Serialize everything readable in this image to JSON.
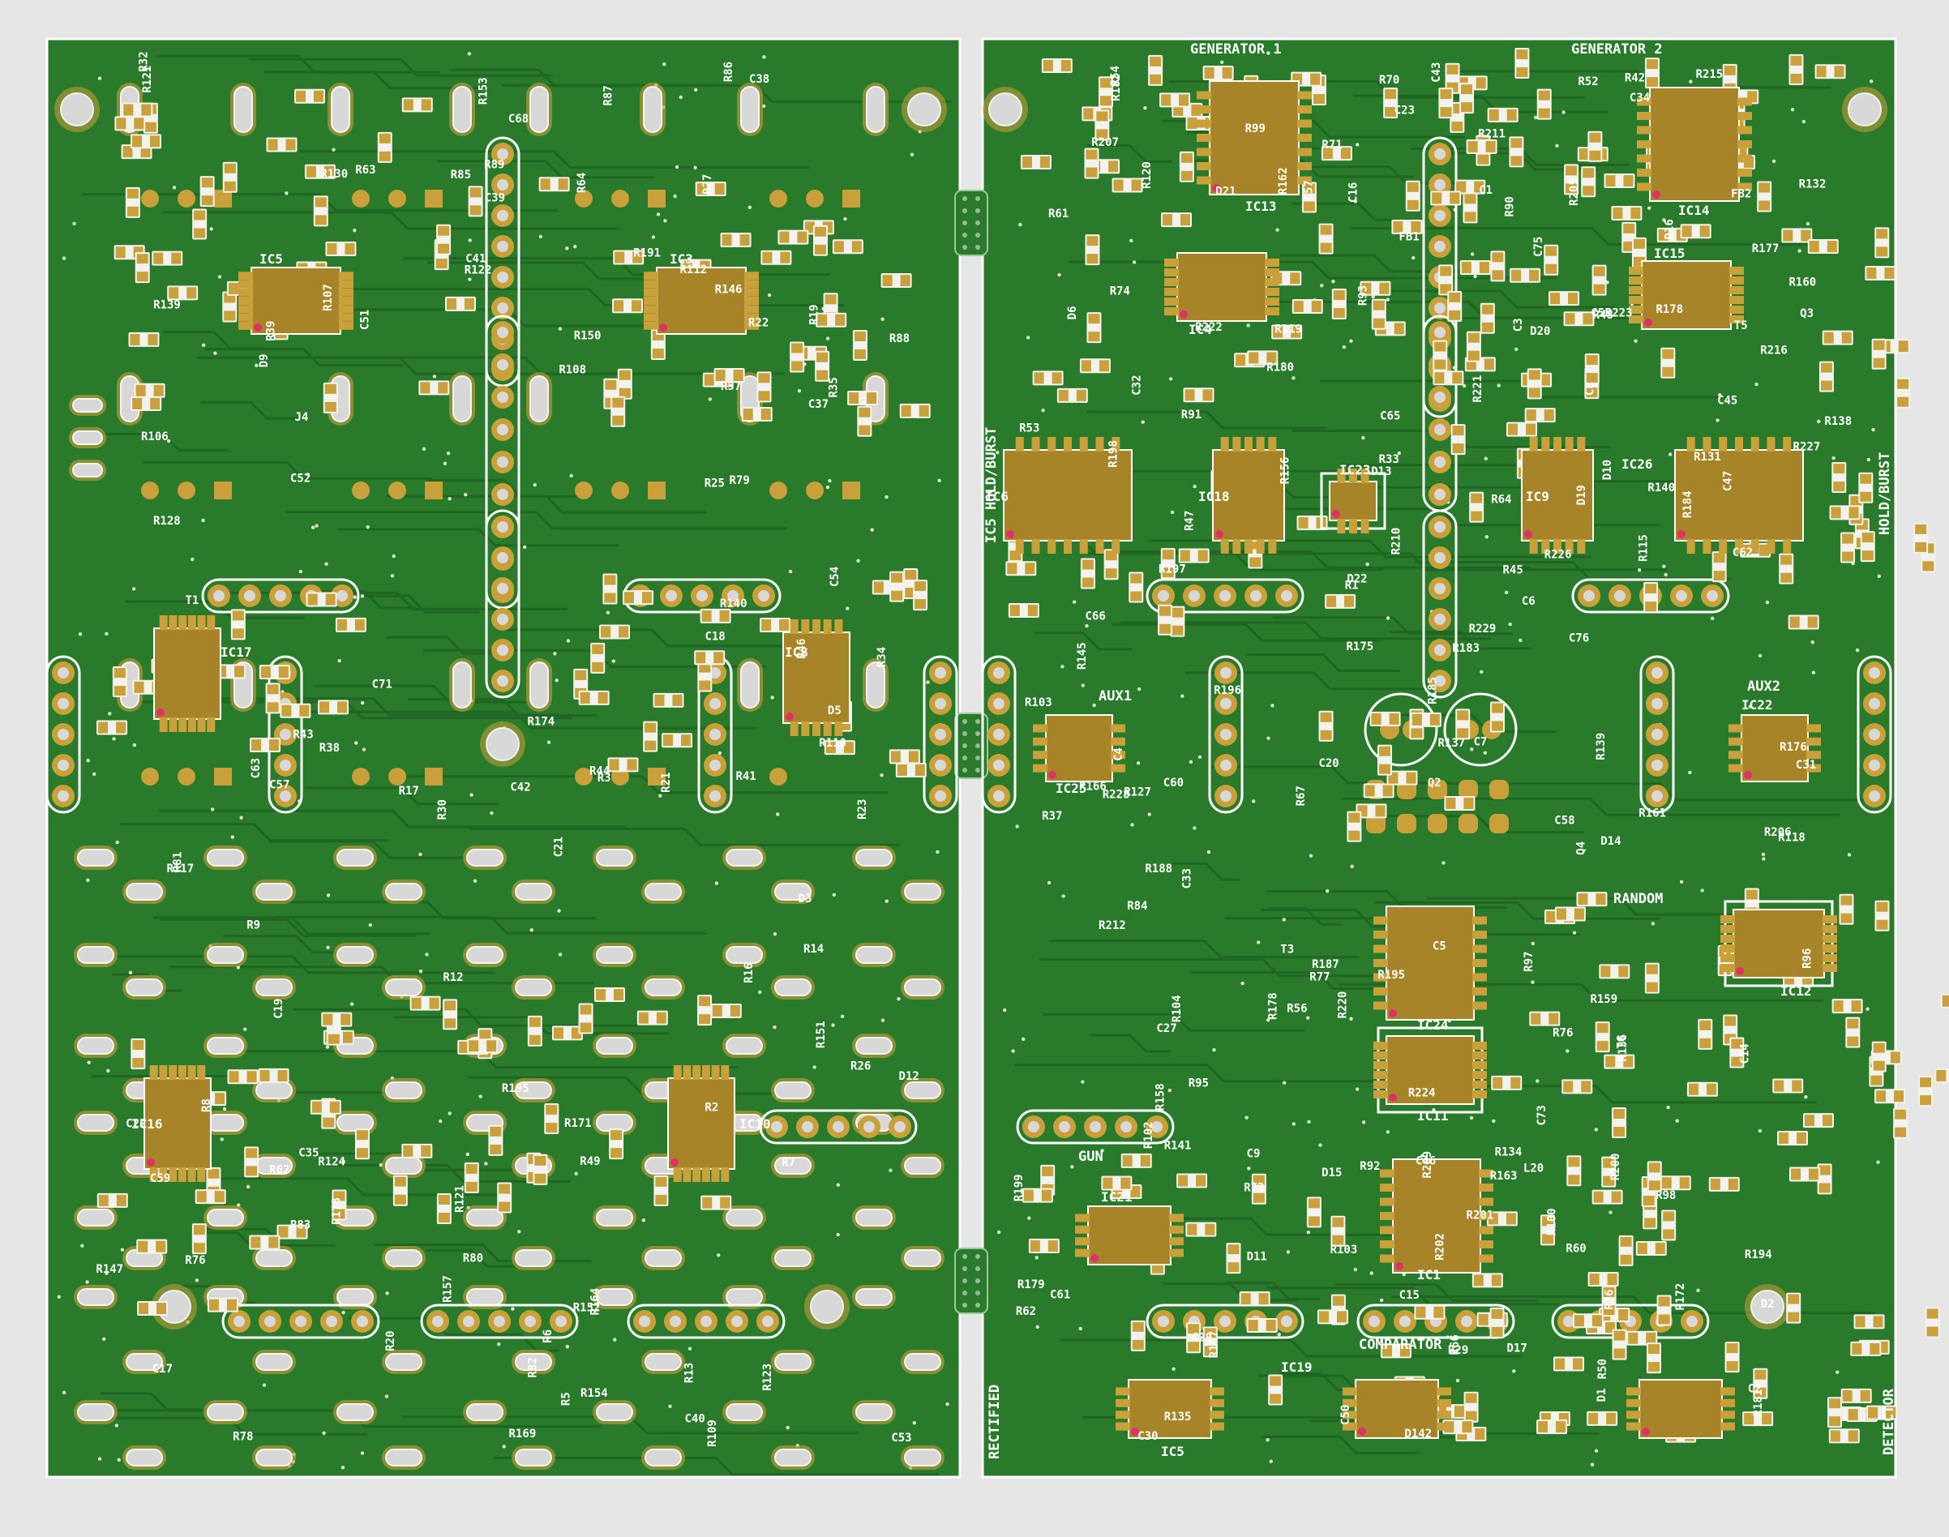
{
  "colors": {
    "background": "#e6e6e6",
    "board": "#2a7a2c",
    "trace": "#1f6622",
    "pad": "#c9a03a",
    "ic_body": "#a88428",
    "silkscreen": "#ffffff",
    "hole": "#d8d8d8",
    "pin1_marker": "#e0306a"
  },
  "boards": {
    "left": {
      "name": "left-board"
    },
    "right": {
      "name": "right-board"
    }
  },
  "section_labels": [
    {
      "id": "generator-1",
      "text": "GENERATOR 1"
    },
    {
      "id": "generator-2",
      "text": "GENERATOR 2"
    },
    {
      "id": "aux1",
      "text": "AUX1"
    },
    {
      "id": "aux2",
      "text": "AUX2"
    },
    {
      "id": "random",
      "text": "RANDOM"
    },
    {
      "id": "gun",
      "text": "GUN"
    },
    {
      "id": "comparator",
      "text": "COMPARATOR"
    },
    {
      "id": "ic5-hold-burst",
      "text": "IC5 HOLD/BURST"
    },
    {
      "id": "hold-burst",
      "text": "HOLD/BURST"
    },
    {
      "id": "rectified",
      "text": "RECTIFIED"
    },
    {
      "id": "detector",
      "text": "DETECTOR"
    }
  ],
  "ics": [
    {
      "ref": "IC5",
      "label": "IC5"
    },
    {
      "ref": "IC3",
      "label": "IC3"
    },
    {
      "ref": "IC17",
      "label": "IC17"
    },
    {
      "ref": "IC8",
      "label": "IC8"
    },
    {
      "ref": "IC16",
      "label": "IC16"
    },
    {
      "ref": "IC10",
      "label": "IC10"
    },
    {
      "ref": "IC13",
      "label": "IC13"
    },
    {
      "ref": "IC14",
      "label": "IC14"
    },
    {
      "ref": "IC4",
      "label": "IC4"
    },
    {
      "ref": "IC15",
      "label": "IC15"
    },
    {
      "ref": "IC6",
      "label": "IC6"
    },
    {
      "ref": "IC18",
      "label": "IC18"
    },
    {
      "ref": "IC9",
      "label": "IC9"
    },
    {
      "ref": "IC26",
      "label": "IC26"
    },
    {
      "ref": "IC25",
      "label": "IC25"
    },
    {
      "ref": "IC22",
      "label": "IC22"
    },
    {
      "ref": "IC23",
      "label": "IC23"
    },
    {
      "ref": "IC24",
      "label": "IC24"
    },
    {
      "ref": "IC11",
      "label": "IC11"
    },
    {
      "ref": "IC12",
      "label": "IC12"
    },
    {
      "ref": "IC1",
      "label": "IC1"
    },
    {
      "ref": "IC21",
      "label": "IC21"
    },
    {
      "ref": "IC5B",
      "label": "IC5"
    },
    {
      "ref": "IC19",
      "label": "IC19"
    }
  ],
  "component_labels": [
    {
      "text": "R191"
    },
    {
      "text": "R140"
    },
    {
      "text": "R139"
    },
    {
      "text": "R43"
    },
    {
      "text": "R128"
    },
    {
      "text": "R130"
    },
    {
      "text": "R123"
    },
    {
      "text": "R124"
    },
    {
      "text": "C57"
    },
    {
      "text": "C68"
    },
    {
      "text": "R121"
    },
    {
      "text": "R122"
    },
    {
      "text": "R107"
    },
    {
      "text": "R106"
    },
    {
      "text": "R108"
    },
    {
      "text": "R109"
    },
    {
      "text": "R110"
    },
    {
      "text": "R112"
    },
    {
      "text": "C38"
    },
    {
      "text": "C63"
    },
    {
      "text": "R164"
    },
    {
      "text": "R121"
    },
    {
      "text": "R117"
    },
    {
      "text": "R195"
    },
    {
      "text": "R30"
    },
    {
      "text": "R57"
    },
    {
      "text": "R49"
    },
    {
      "text": "R22"
    },
    {
      "text": "C53"
    },
    {
      "text": "R26"
    },
    {
      "text": "R25"
    },
    {
      "text": "R23"
    },
    {
      "text": "R6"
    },
    {
      "text": "C40"
    },
    {
      "text": "C22"
    },
    {
      "text": "C41"
    },
    {
      "text": "R7"
    },
    {
      "text": "R12"
    },
    {
      "text": "R13"
    },
    {
      "text": "C54"
    },
    {
      "text": "R3"
    },
    {
      "text": "R2"
    },
    {
      "text": "T1"
    },
    {
      "text": "D3"
    },
    {
      "text": "R21"
    },
    {
      "text": "R17"
    },
    {
      "text": "R44"
    },
    {
      "text": "R8"
    },
    {
      "text": "C37"
    },
    {
      "text": "R150"
    },
    {
      "text": "R171"
    },
    {
      "text": "R151"
    },
    {
      "text": "R152"
    },
    {
      "text": "C19"
    },
    {
      "text": "J4"
    },
    {
      "text": "R63"
    },
    {
      "text": "R76"
    },
    {
      "text": "C39"
    },
    {
      "text": "R64"
    },
    {
      "text": "R173"
    },
    {
      "text": "R174"
    },
    {
      "text": "R154"
    },
    {
      "text": "C17"
    },
    {
      "text": "C35"
    },
    {
      "text": "R147"
    },
    {
      "text": "C71"
    },
    {
      "text": "R146"
    },
    {
      "text": "R169"
    },
    {
      "text": "R153"
    },
    {
      "text": "R157"
    },
    {
      "text": "R78"
    },
    {
      "text": "R80"
    },
    {
      "text": "R79"
    },
    {
      "text": "R81"
    },
    {
      "text": "C59"
    },
    {
      "text": "R83"
    },
    {
      "text": "R82"
    },
    {
      "text": "R87"
    },
    {
      "text": "R86"
    },
    {
      "text": "D12"
    },
    {
      "text": "R85"
    },
    {
      "text": "C42"
    },
    {
      "text": "R88"
    },
    {
      "text": "R89"
    },
    {
      "text": "C18"
    },
    {
      "text": "R9"
    },
    {
      "text": "D5"
    },
    {
      "text": "R35"
    },
    {
      "text": "R14"
    },
    {
      "text": "C51"
    },
    {
      "text": "R41"
    },
    {
      "text": "R34"
    },
    {
      "text": "D9"
    },
    {
      "text": "R5"
    },
    {
      "text": "R32"
    },
    {
      "text": "R27"
    },
    {
      "text": "C21"
    },
    {
      "text": "R39"
    },
    {
      "text": "R38"
    },
    {
      "text": "R20"
    },
    {
      "text": "R19"
    },
    {
      "text": "R16"
    },
    {
      "text": "R62"
    },
    {
      "text": "C52"
    },
    {
      "text": "R46"
    },
    {
      "text": "R48"
    },
    {
      "text": "Q2"
    },
    {
      "text": "R1"
    },
    {
      "text": "R47"
    },
    {
      "text": "C50"
    },
    {
      "text": "D6"
    },
    {
      "text": "R42"
    },
    {
      "text": "C60"
    },
    {
      "text": "R36"
    },
    {
      "text": "R37"
    },
    {
      "text": "R52"
    },
    {
      "text": "R29"
    },
    {
      "text": "R50"
    },
    {
      "text": "R54"
    },
    {
      "text": "R53"
    },
    {
      "text": "R33"
    },
    {
      "text": "D11"
    },
    {
      "text": "D10"
    },
    {
      "text": "R60"
    },
    {
      "text": "R67"
    },
    {
      "text": "R56"
    },
    {
      "text": "R45"
    },
    {
      "text": "C43"
    },
    {
      "text": "C47"
    },
    {
      "text": "C46"
    },
    {
      "text": "C45"
    },
    {
      "text": "C55"
    },
    {
      "text": "T3"
    },
    {
      "text": "R145"
    },
    {
      "text": "D19"
    },
    {
      "text": "R141"
    },
    {
      "text": "R138"
    },
    {
      "text": "R127"
    },
    {
      "text": "R132"
    },
    {
      "text": "R115"
    },
    {
      "text": "C65"
    },
    {
      "text": "R120"
    },
    {
      "text": "C4"
    },
    {
      "text": "D17"
    },
    {
      "text": "D16"
    },
    {
      "text": "D14"
    },
    {
      "text": "C66"
    },
    {
      "text": "R118"
    },
    {
      "text": "R140"
    },
    {
      "text": "C3"
    },
    {
      "text": "C8"
    },
    {
      "text": "R135"
    },
    {
      "text": "R156"
    },
    {
      "text": "Q4"
    },
    {
      "text": "Q3"
    },
    {
      "text": "D20"
    },
    {
      "text": "R139"
    },
    {
      "text": "R134"
    },
    {
      "text": "C62"
    },
    {
      "text": "R136"
    },
    {
      "text": "R137"
    },
    {
      "text": "R131"
    },
    {
      "text": "D142"
    },
    {
      "text": "C32"
    },
    {
      "text": "R163"
    },
    {
      "text": "R158"
    },
    {
      "text": "R161"
    },
    {
      "text": "R162"
    },
    {
      "text": "C9"
    },
    {
      "text": "R103"
    },
    {
      "text": "R104"
    },
    {
      "text": "C20"
    },
    {
      "text": "R166"
    },
    {
      "text": "R167"
    },
    {
      "text": "D22"
    },
    {
      "text": "R159"
    },
    {
      "text": "R160"
    },
    {
      "text": "D21"
    },
    {
      "text": "C29"
    },
    {
      "text": "R72"
    },
    {
      "text": "C31"
    },
    {
      "text": "R70"
    },
    {
      "text": "R71"
    },
    {
      "text": "C23"
    },
    {
      "text": "C30"
    },
    {
      "text": "C2"
    },
    {
      "text": "C1"
    },
    {
      "text": "FB2"
    },
    {
      "text": "FB1"
    },
    {
      "text": "D2"
    },
    {
      "text": "D1"
    },
    {
      "text": "R172"
    },
    {
      "text": "R178"
    },
    {
      "text": "C27"
    },
    {
      "text": "R175"
    },
    {
      "text": "R177"
    },
    {
      "text": "R176"
    },
    {
      "text": "R77"
    },
    {
      "text": "R195"
    },
    {
      "text": "R206"
    },
    {
      "text": "C5"
    },
    {
      "text": "R219"
    },
    {
      "text": "R222"
    },
    {
      "text": "R194"
    },
    {
      "text": "C75"
    },
    {
      "text": "R200"
    },
    {
      "text": "C76"
    },
    {
      "text": "R196"
    },
    {
      "text": "C7"
    },
    {
      "text": "R221"
    },
    {
      "text": "R223"
    },
    {
      "text": "R227"
    },
    {
      "text": "R224"
    },
    {
      "text": "R205"
    },
    {
      "text": "R212"
    },
    {
      "text": "R211"
    },
    {
      "text": "R215"
    },
    {
      "text": "R209"
    },
    {
      "text": "R201"
    },
    {
      "text": "R202"
    },
    {
      "text": "R199"
    },
    {
      "text": "C6"
    },
    {
      "text": "R207"
    },
    {
      "text": "R210"
    },
    {
      "text": "R216"
    },
    {
      "text": "R220"
    },
    {
      "text": "R197"
    },
    {
      "text": "R198"
    },
    {
      "text": "R226"
    },
    {
      "text": "R228"
    },
    {
      "text": "R229"
    },
    {
      "text": "C14"
    },
    {
      "text": "C61"
    },
    {
      "text": "R84"
    },
    {
      "text": "R91"
    },
    {
      "text": "R90"
    },
    {
      "text": "C58"
    },
    {
      "text": "R92"
    },
    {
      "text": "R93"
    },
    {
      "text": "R95"
    },
    {
      "text": "R102"
    },
    {
      "text": "R96"
    },
    {
      "text": "R97"
    },
    {
      "text": "R98"
    },
    {
      "text": "D15"
    },
    {
      "text": "D13"
    },
    {
      "text": "R100"
    },
    {
      "text": "R76"
    },
    {
      "text": "R99"
    },
    {
      "text": "C34"
    },
    {
      "text": "R74"
    },
    {
      "text": "R62"
    },
    {
      "text": "R61"
    },
    {
      "text": "C33"
    },
    {
      "text": "C15"
    },
    {
      "text": "R64"
    },
    {
      "text": "C57"
    },
    {
      "text": "R66"
    },
    {
      "text": "T6"
    },
    {
      "text": "R178"
    },
    {
      "text": "R179"
    },
    {
      "text": "R181"
    },
    {
      "text": "L20"
    },
    {
      "text": "R180"
    },
    {
      "text": "C16"
    },
    {
      "text": "T5"
    },
    {
      "text": "R182"
    },
    {
      "text": "R183"
    },
    {
      "text": "R184"
    },
    {
      "text": "R185"
    },
    {
      "text": "R187"
    },
    {
      "text": "C73"
    },
    {
      "text": "R188"
    },
    {
      "text": "R103"
    }
  ]
}
